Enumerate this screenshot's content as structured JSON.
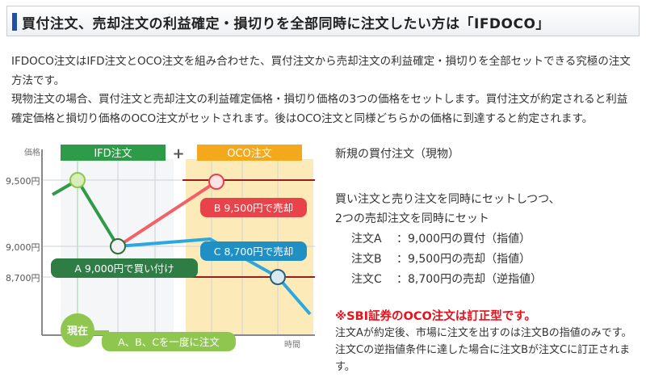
{
  "header": {
    "title": "買付注文、売却注文の利益確定・損切りを全部同時に注文したい方は「IFDOCO」"
  },
  "intro": {
    "p1": "IFDOCO注文はIFD注文とOCO注文を組み合わせた、買付注文から売却注文の利益確定・損切りを全部セットできる究極の注文方法です。",
    "p2": "現物注文の場合、買付注文と売却注文の利益確定価格・損切り価格の3つの価格をセットします。買付注文が約定されると利益確定価格と損切り価格のOCO注文がセットされます。後はOCO注文と同様どちらかの価格に到達すると約定されます。"
  },
  "diagram": {
    "axis_price": "価格",
    "axis_time": "時間",
    "ifd_label": "IFD注文",
    "plus": "+",
    "oco_label": "OCO注文",
    "price_9500": "9,500円",
    "price_9000": "9,000円",
    "price_8700": "8,700円",
    "label_a": "A 9,000円で買い付け",
    "label_b": "B 9,500円で売却",
    "label_c": "C 8,700円で売却",
    "now": "現在",
    "all_at_once": "A、B、Cを一度に注文",
    "colors": {
      "green": "#2e9b48",
      "red": "#e8434a",
      "blue": "#2aa8df",
      "oco_bg": "#fcebb8",
      "oco_header": "#f4a81c"
    }
  },
  "right": {
    "subtitle": "新規の買付注文（現物）",
    "line1": "買い注文と売り注文を同時にセットしつつ、",
    "line2": "2つの売却注文を同時にセット",
    "orders": [
      {
        "name": "注文A",
        "detail": "：9,000円の買付（指値）"
      },
      {
        "name": "注文B",
        "detail": "：9,500円の売却（指値）"
      },
      {
        "name": "注文C",
        "detail": "：8,700円の売却（逆指値）"
      }
    ],
    "note": "※SBI証券のOCO注文は訂正型です。",
    "explanation": "注文Aが約定後、市場に注文を出すのは注文Bの指値のみです。注文Cの逆指値条件に達した場合に注文Bが注文Cに訂正されます。"
  }
}
